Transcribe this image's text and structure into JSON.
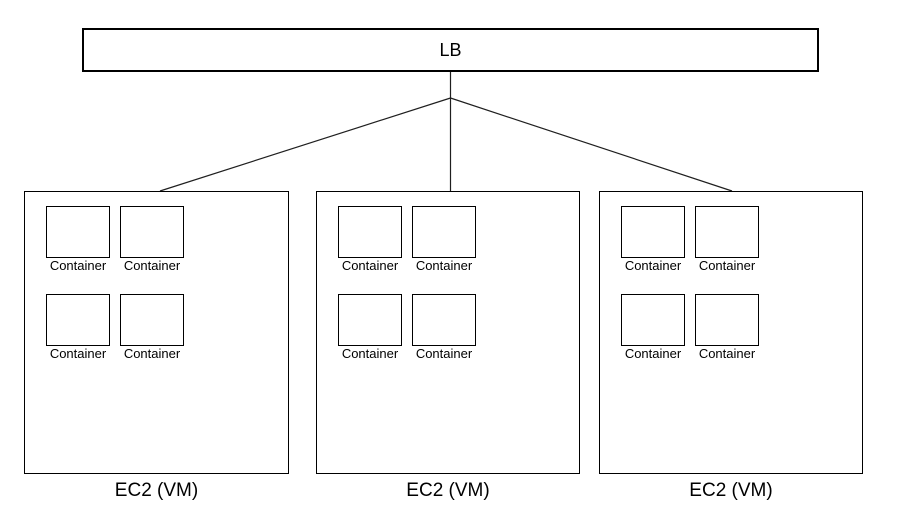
{
  "diagram": {
    "lb": {
      "label": "LB"
    },
    "nodes": [
      {
        "label": "EC2 (VM)",
        "containers": [
          {
            "label": "Container"
          },
          {
            "label": "Container"
          },
          {
            "label": "Container"
          },
          {
            "label": "Container"
          }
        ]
      },
      {
        "label": "EC2 (VM)",
        "containers": [
          {
            "label": "Container"
          },
          {
            "label": "Container"
          },
          {
            "label": "Container"
          },
          {
            "label": "Container"
          }
        ]
      },
      {
        "label": "EC2 (VM)",
        "containers": [
          {
            "label": "Container"
          },
          {
            "label": "Container"
          },
          {
            "label": "Container"
          },
          {
            "label": "Container"
          }
        ]
      }
    ],
    "colors": {
      "background": "#ffffff",
      "stroke": "#000000",
      "connector": "#1f1f1f",
      "text": "#000000"
    }
  }
}
